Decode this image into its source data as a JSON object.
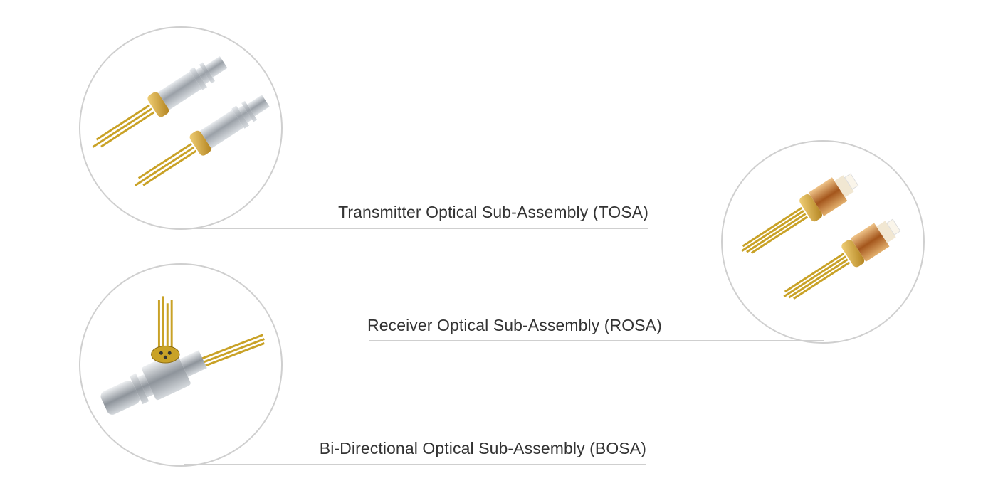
{
  "products": [
    {
      "id": "tosa",
      "label": "Transmitter Optical Sub-Assembly (TOSA)",
      "image": "tosa-component-photo"
    },
    {
      "id": "rosa",
      "label": "Receiver Optical Sub-Assembly (ROSA)",
      "image": "rosa-component-photo"
    },
    {
      "id": "bosa",
      "label": "Bi-Directional Optical Sub-Assembly (BOSA)",
      "image": "bosa-component-photo"
    }
  ],
  "colors": {
    "background": "#ffffff",
    "circle_border": "#cfcfcf",
    "text": "#333333",
    "gold_pins": "#c9a227",
    "metal": "#b8bcc2",
    "amber": "#b8732a"
  }
}
